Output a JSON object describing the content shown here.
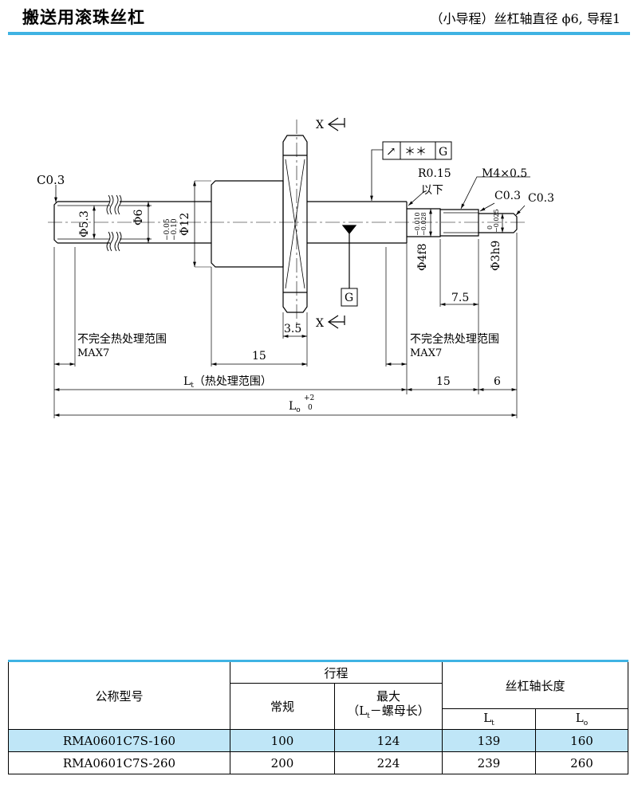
{
  "header": {
    "title": "搬送用滚珠丝杠",
    "subtitle": "（小导程）丝杠轴直径 ϕ6, 导程1"
  },
  "drawing": {
    "chamfer_left": "C0.3",
    "dia_5_3": "Φ5.3",
    "dia_6": "Φ6",
    "tol_upper_12": "−0.05",
    "tol_lower_12": "−0.10",
    "dia_12": "Φ12",
    "section_x_top": "X",
    "section_x_bottom": "X",
    "gdt_symbol": "↗",
    "gdt_value": "＊＊",
    "gdt_datum": "G",
    "radius_label": "R0.15",
    "radius_sub": "以下",
    "thread_label": "M4×0.5",
    "chamfer_mid": "C0.3",
    "chamfer_right": "C0.3",
    "tol_4f8_upper": "−0.010",
    "tol_4f8_lower": "−0.028",
    "dia_4f8": "Φ4f8",
    "tol_3h9_upper": "0",
    "tol_3h9_lower": "−0.025",
    "dia_3h9": "Φ3h9",
    "datum_box": "G",
    "dim_7_5": "7.5",
    "dim_3_5": "3.5",
    "note_left_line1": "不完全热处理范围",
    "note_left_line2": "MAX7",
    "note_right_line1": "不完全热处理范围",
    "note_right_line2": "MAX7",
    "dim_15_nut": "15",
    "lt_symbol": "L",
    "lt_sub": "t",
    "lt_desc": "（热处理范围）",
    "dim_15_end": "15",
    "dim_6": "6",
    "lo_symbol": "L",
    "lo_sub": "o",
    "lo_tol_upper": "+2",
    "lo_tol_lower": "0"
  },
  "table": {
    "col_model": "公称型号",
    "col_stroke": "行程",
    "col_normal": "常规",
    "col_max_line1": "最大",
    "col_max_line2": "（L",
    "col_max_sub": "t",
    "col_max_line3": "－螺母长）",
    "col_length": "丝杠轴长度",
    "col_lt": "L",
    "col_lt_sub": "t",
    "col_lo": "L",
    "col_lo_sub": "o",
    "rows": [
      {
        "model": "RMA0601C7S-160",
        "normal": "100",
        "max": "124",
        "lt": "139",
        "lo": "160"
      },
      {
        "model": "RMA0601C7S-260",
        "normal": "200",
        "max": "224",
        "lt": "239",
        "lo": "260"
      }
    ]
  },
  "colors": {
    "accent": "#3fb3e3",
    "highlight_row": "#bfe6f7"
  }
}
